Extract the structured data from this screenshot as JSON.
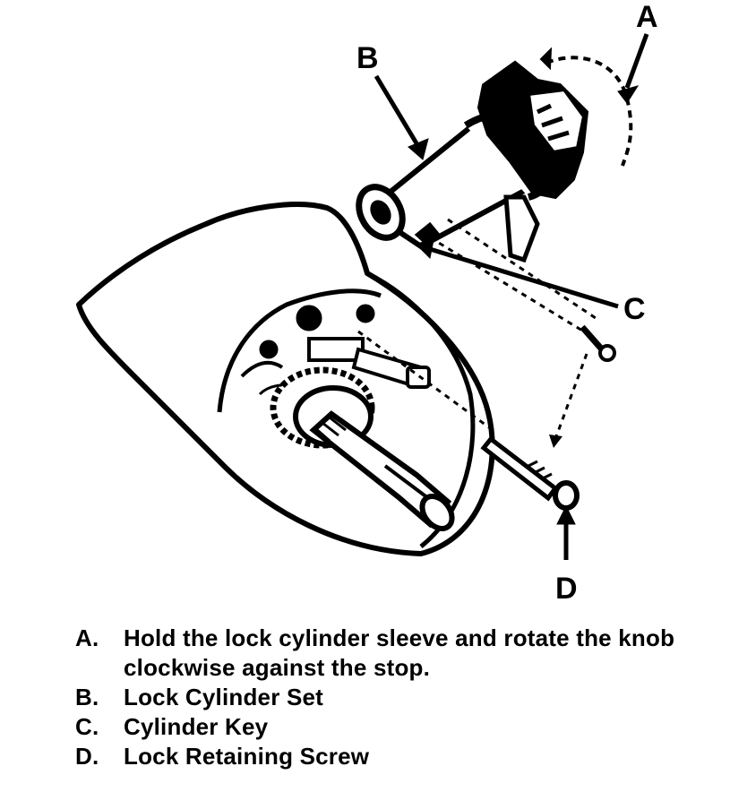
{
  "callouts": {
    "a": "A",
    "b": "B",
    "c": "C",
    "d": "D"
  },
  "legend": [
    {
      "key": "A.",
      "text": "Hold the lock cylinder sleeve and rotate the knob clockwise against the stop."
    },
    {
      "key": "B.",
      "text": "Lock Cylinder Set"
    },
    {
      "key": "C.",
      "text": "Cylinder Key"
    },
    {
      "key": "D.",
      "text": "Lock Retaining Screw"
    }
  ]
}
